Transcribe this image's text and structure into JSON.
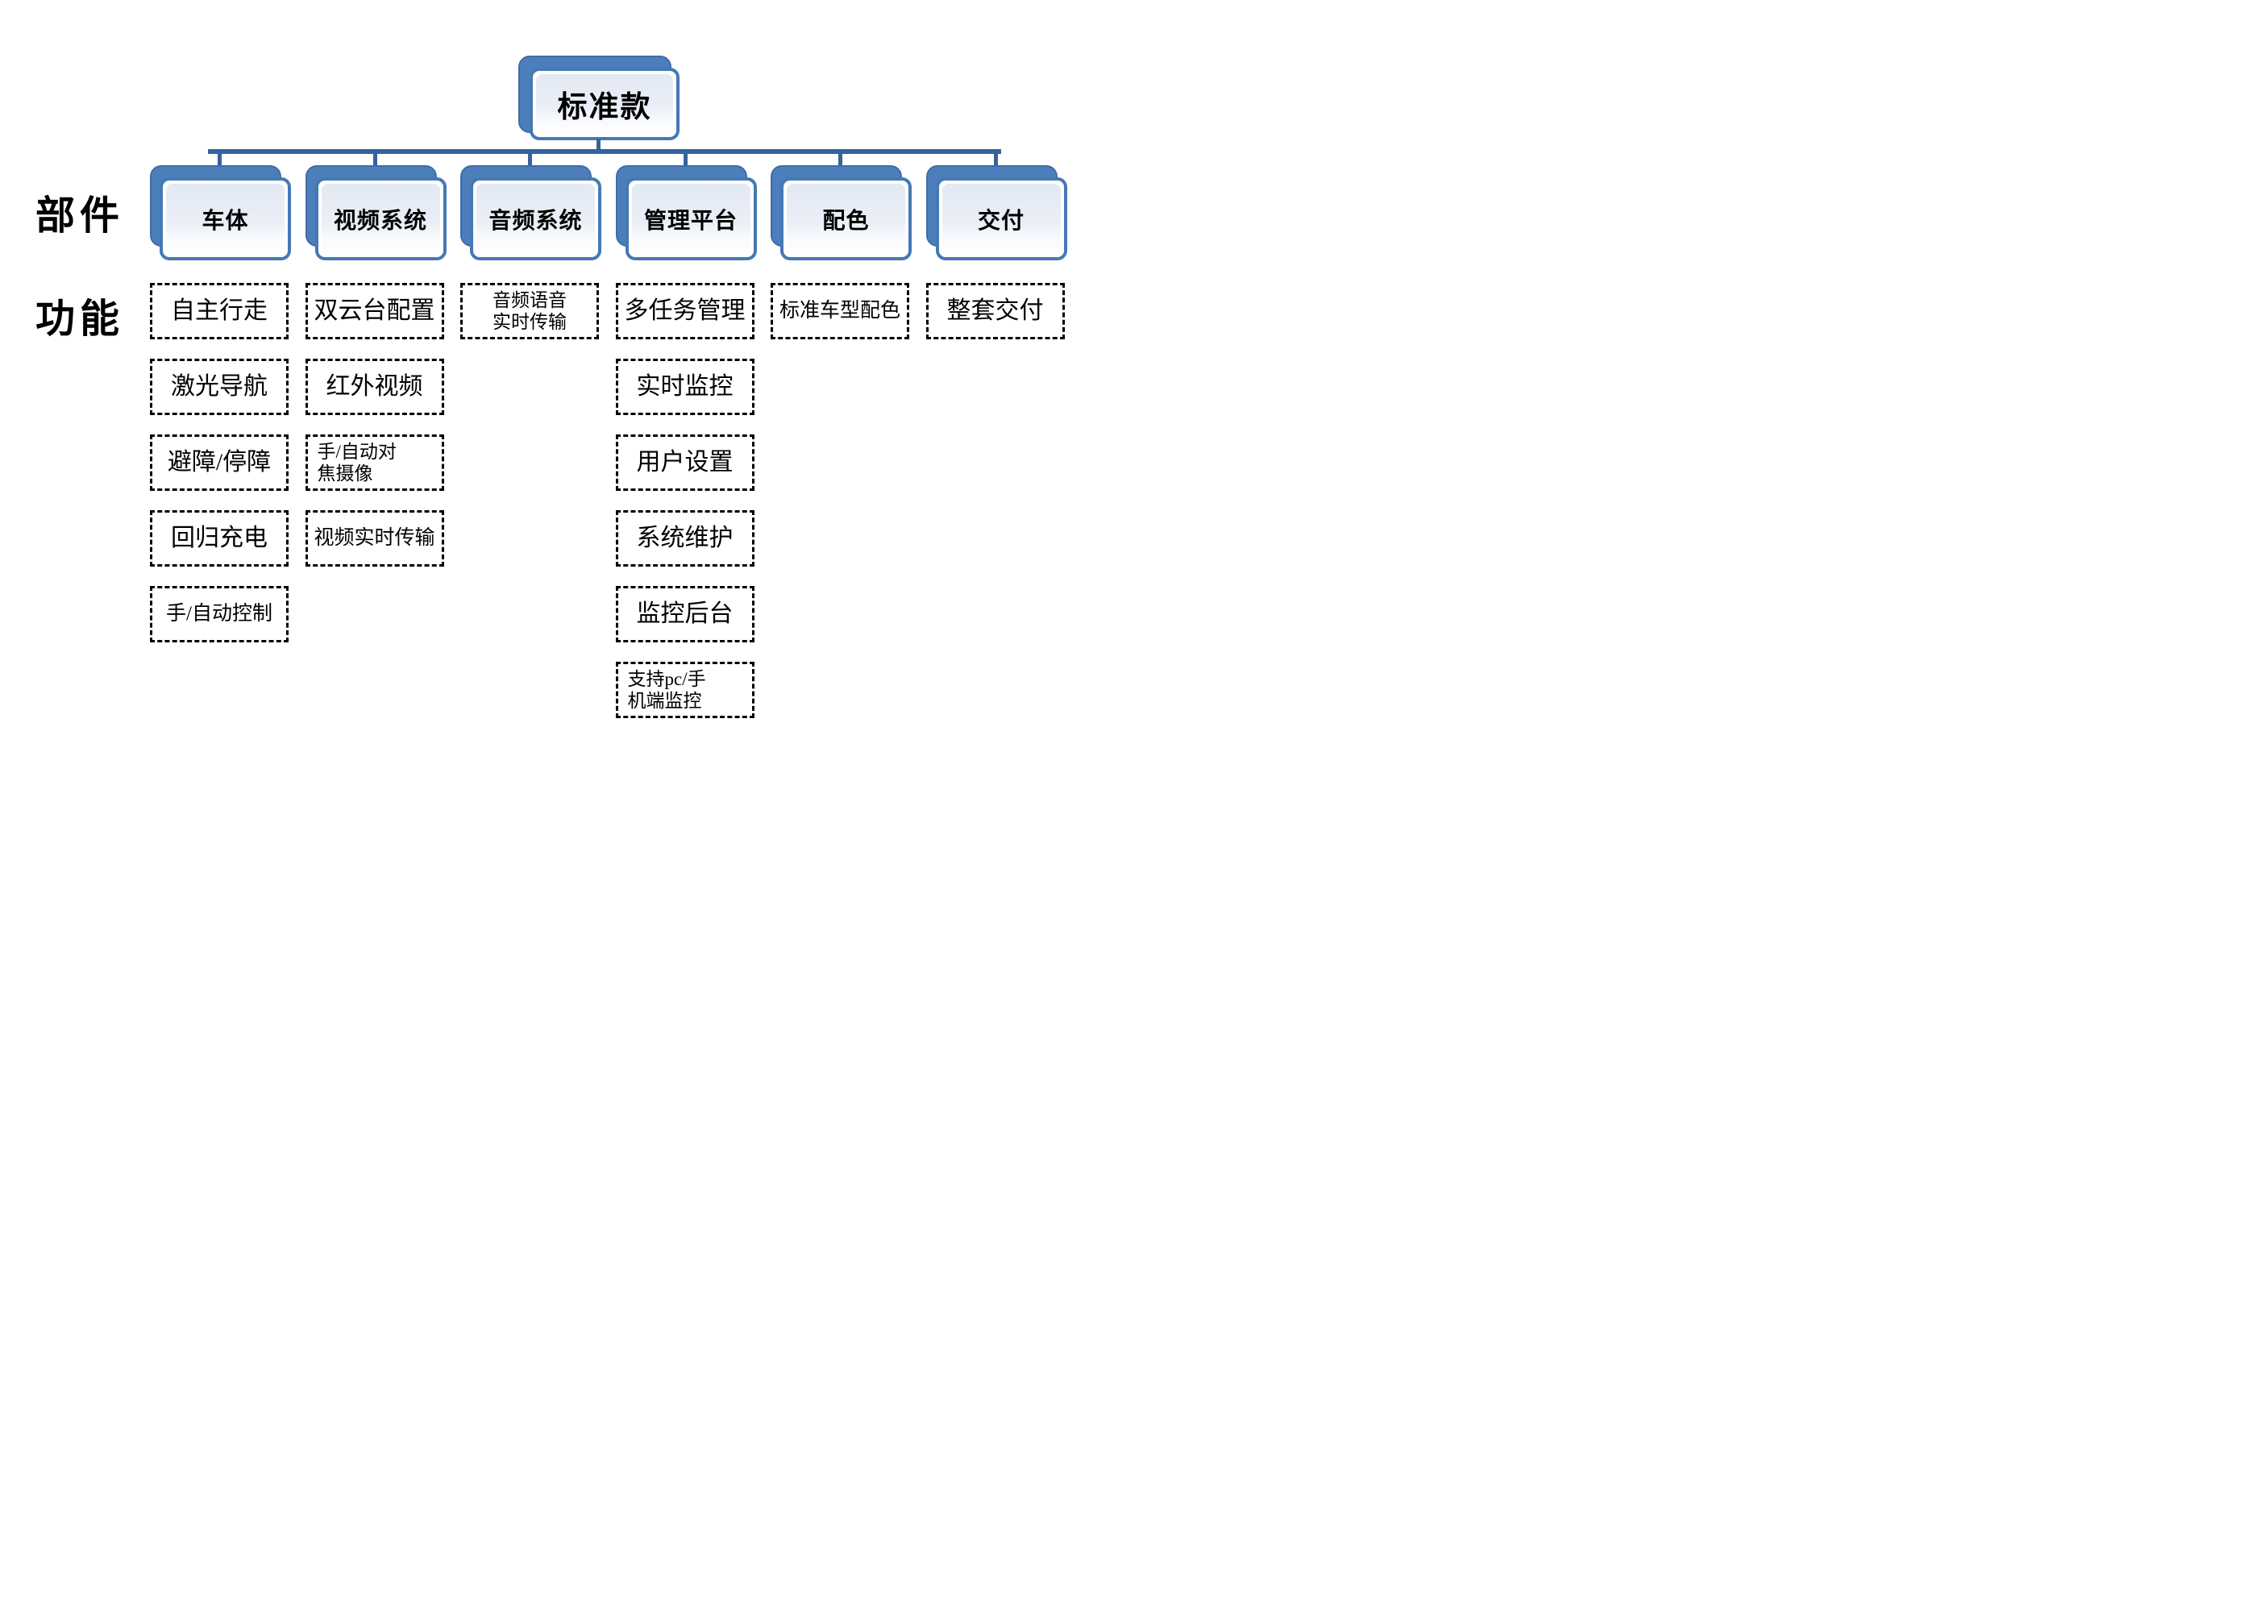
{
  "diagram_title": "标准款",
  "root": {
    "label": "标准款"
  },
  "row_labels": {
    "parts": "部件",
    "functions": "功能"
  },
  "columns": [
    {
      "part": "车体",
      "functions": [
        "自主行走",
        "激光导航",
        "避障/停障",
        "回归充电",
        "手/自动控制"
      ]
    },
    {
      "part": "视频系统",
      "functions": [
        "双云台配置",
        "红外视频",
        "手/自动对\n焦摄像",
        "视频实时传输"
      ]
    },
    {
      "part": "音频系统",
      "functions": [
        "音频语音\n实时传输"
      ]
    },
    {
      "part": "管理平台",
      "functions": [
        "多任务管理",
        "实时监控",
        "用户设置",
        "系统维护",
        "监控后台",
        "支持pc/手\n机端监控"
      ]
    },
    {
      "part": "配色",
      "functions": [
        "标准车型配色"
      ]
    },
    {
      "part": "交付",
      "functions": [
        "整套交付"
      ]
    }
  ],
  "colors": {
    "node_fill_blue": "#4d7ebc",
    "node_border_blue": "#4579b4",
    "connector_blue": "#36639e",
    "panel_tint": "#e8ecf5",
    "dashed_border": "#000000",
    "text": "#000000",
    "background": "#ffffff"
  }
}
